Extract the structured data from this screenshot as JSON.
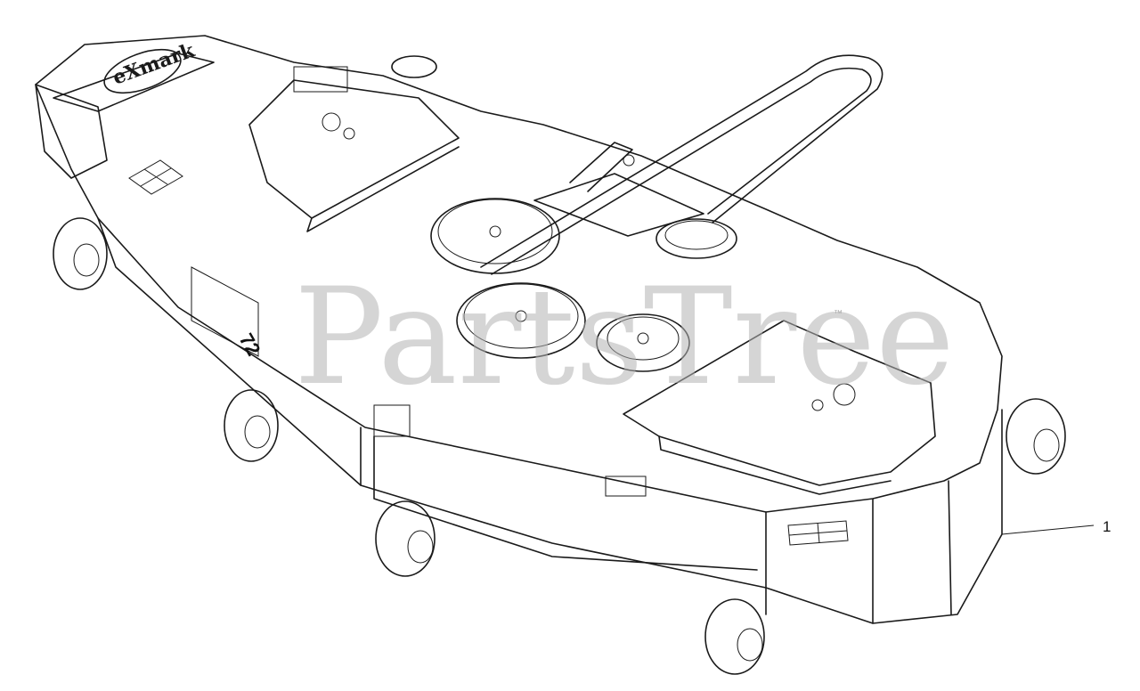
{
  "watermark": {
    "text": "PartsTree",
    "trademark": "™"
  },
  "brand_plate": {
    "text": "eXmark"
  },
  "deck_size_label": "72",
  "callouts": [
    {
      "id": "1",
      "label": "1"
    }
  ],
  "colors": {
    "line": "#1a1a1a",
    "watermark": "#b4b4b4",
    "background": "#ffffff"
  }
}
